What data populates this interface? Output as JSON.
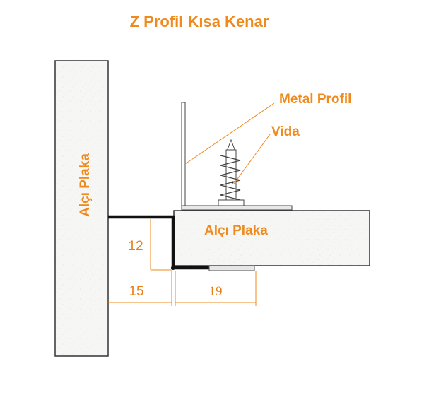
{
  "title": "Z Profil Kısa Kenar",
  "labels": {
    "metal_profile": "Metal Profil",
    "screw": "Vida",
    "board_vertical": "Alçı Plaka",
    "board_horizontal": "Alçı Plaka"
  },
  "dimensions": {
    "height": "12",
    "short_flange": "15",
    "long_flange": "19"
  },
  "colors": {
    "accent": "#f08a1c",
    "board_fill": "#f5f5f3",
    "outline": "#333333",
    "profile": "#111111"
  }
}
